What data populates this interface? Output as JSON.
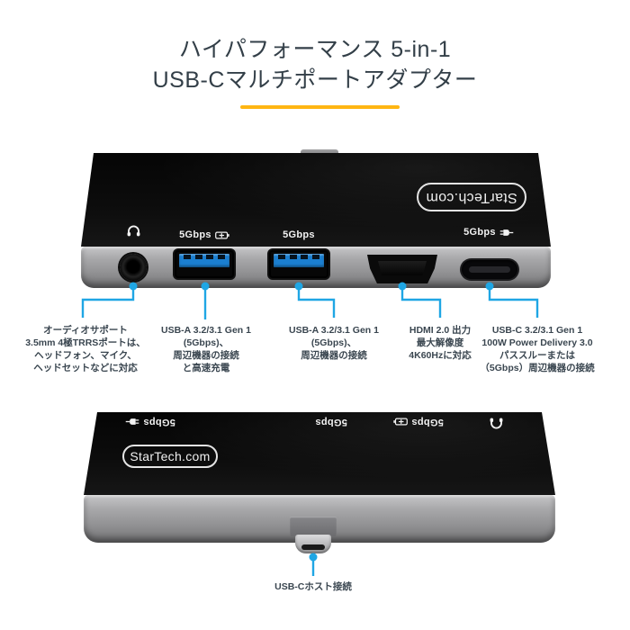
{
  "colors": {
    "accent_blue": "#1FA6E4",
    "accent_yellow": "#FFB612",
    "heading_text": "#333F48",
    "body_text": "#3A4650",
    "device_black": "#0C0C0C",
    "device_gray": "#9B9B9D",
    "usb_tongue_blue": "#1B7FD0"
  },
  "header": {
    "title_line1": "ハイパフォーマンス 5-in-1",
    "title_line2": "USB-Cマルチポートアダプター"
  },
  "front_view": {
    "brand": "StarTech.com",
    "port_labels": {
      "usb_a1": "5Gbps",
      "usb_a2": "5Gbps",
      "usb_c": "5Gbps"
    }
  },
  "callouts": [
    {
      "lines": [
        "オーディオサポート",
        "3.5mm 4極TRRSポートは、",
        "ヘッドフォン、マイク、",
        "ヘッドセットなどに対応"
      ]
    },
    {
      "lines": [
        "USB-A 3.2/3.1 Gen 1",
        "(5Gbps)、",
        "周辺機器の接続",
        "と高速充電"
      ]
    },
    {
      "lines": [
        "USB-A 3.2/3.1 Gen 1",
        "(5Gbps)、",
        "周辺機器の接続"
      ]
    },
    {
      "lines": [
        "HDMI 2.0 出力",
        "最大解像度",
        "4K60Hzに対応"
      ]
    },
    {
      "lines": [
        "USB-C 3.2/3.1 Gen 1",
        "100W Power Delivery 3.0",
        "パススルーまたは",
        "（5Gbps）周辺機器の接続"
      ]
    }
  ],
  "rear_view": {
    "brand": "StarTech.com",
    "port_labels": {
      "usb_c": "5Gbps",
      "usb_a2": "5Gbps",
      "usb_a1": "5Gbps"
    },
    "caption": "USB-Cホスト接続"
  }
}
